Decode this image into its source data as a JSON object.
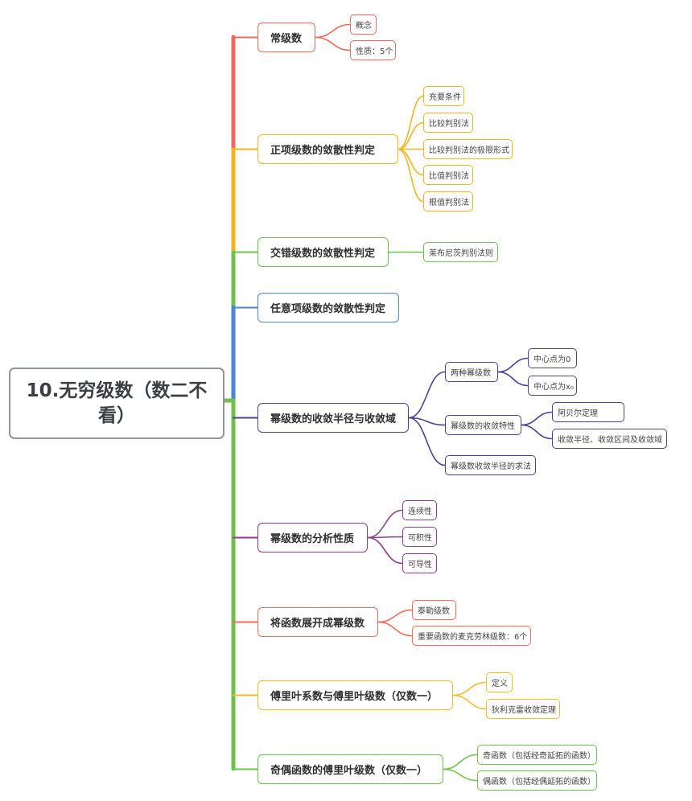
{
  "root": {
    "line1": "10.无穷级数（数二不",
    "line2": "看）"
  },
  "colors": {
    "red": "#f0695a",
    "yellow": "#f5b41f",
    "green": "#6cc24a",
    "blue": "#4a86d4",
    "indigo": "#4f3e96",
    "purple": "#8a3f8c",
    "orange": "#f26e5a",
    "gold": "#f2bc2b",
    "lightgreen": "#6cc24a"
  },
  "topics": [
    {
      "label": "常级数",
      "color": "red",
      "children": [
        "概念",
        "性质：5个"
      ]
    },
    {
      "label": "正项级数的敛散性判定",
      "color": "yellow",
      "children": [
        "充要条件",
        "比较判别法",
        "比较判别法的极限形式",
        "比值判别法",
        "根值判别法"
      ]
    },
    {
      "label": "交错级数的敛散性判定",
      "color": "green",
      "children": [
        "莱布尼茨判别法则"
      ]
    },
    {
      "label": "任意项级数的敛散性判定",
      "color": "blue",
      "children": []
    },
    {
      "label": "幂级数的收敛半径与收敛域",
      "color": "indigo",
      "children": [
        "两种幂级数",
        "幂级数的收敛特性",
        "幂级数收敛半径的求法"
      ],
      "grandchildren": {
        "两种幂级数": [
          "中心点为0",
          "中心点为x₀"
        ],
        "幂级数的收敛特性": [
          "阿贝尔定理",
          "收敛半径、收敛区间及收敛域"
        ]
      }
    },
    {
      "label": "幂级数的分析性质",
      "color": "purple",
      "children": [
        "连续性",
        "可积性",
        "可导性"
      ]
    },
    {
      "label": "将函数展开成幂级数",
      "color": "orange",
      "children": [
        "泰勒级数",
        "重要函数的麦克劳林级数：6个"
      ]
    },
    {
      "label": "傅里叶系数与傅里叶级数（仅数一）",
      "color": "gold",
      "children": [
        "定义",
        "狄利克雷收敛定理"
      ]
    },
    {
      "label": "奇偶函数的傅里叶级数（仅数一）",
      "color": "lightgreen",
      "children": [
        "奇函数（包括经奇延拓的函数）",
        "偶函数（包括经偶延拓的函数）"
      ]
    }
  ]
}
